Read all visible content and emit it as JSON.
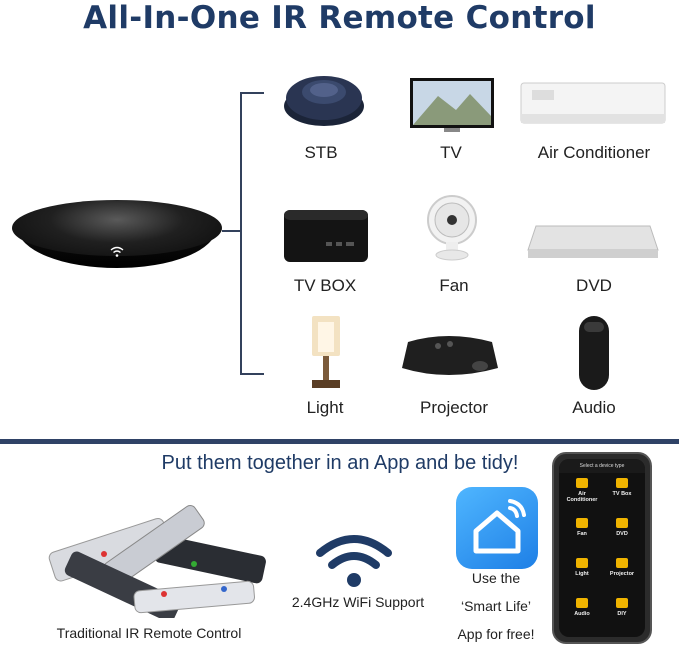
{
  "header": {
    "title": "All-In-One IR Remote Control"
  },
  "devices": [
    {
      "label": "STB"
    },
    {
      "label": "TV"
    },
    {
      "label": "Air Conditioner"
    },
    {
      "label": "TV BOX"
    },
    {
      "label": "Fan"
    },
    {
      "label": "DVD"
    },
    {
      "label": "Light"
    },
    {
      "label": "Projector"
    },
    {
      "label": "Audio"
    }
  ],
  "promo": {
    "subtitle": "Put them together in an App and be tidy!",
    "remotes_caption": "Traditional IR Remote Control",
    "wifi_caption": "2.4GHz WiFi Support",
    "app_caption_1": "Use the",
    "app_caption_2": "‘Smart Life’",
    "app_caption_3": "App for free!"
  },
  "phone": {
    "header": "Select a device type",
    "items": [
      "Air Conditioner",
      "TV Box",
      "Fan",
      "DVD",
      "Light",
      "Projector",
      "Audio",
      "DIY"
    ]
  },
  "colors": {
    "title": "#1f3b66",
    "divider": "#2f4266",
    "app_blue": "#2a8cf0"
  }
}
